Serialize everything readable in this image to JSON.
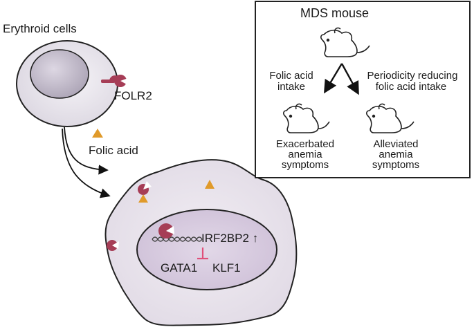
{
  "erythroid_cell": {
    "title": "Erythroid cells",
    "receptor_label": "FOLR2"
  },
  "folic_acid_label": "Folic acid",
  "nucleus": {
    "gene_up": "IRF2BP2 ↑",
    "gene_a": "GATA1",
    "gene_b": "KLF1"
  },
  "mds_box": {
    "title": "MDS mouse",
    "left_branch": [
      "Folic acid",
      "intake"
    ],
    "right_branch": [
      "Periodicity reducing",
      "folic acid intake"
    ],
    "left_outcome": [
      "Exacerbated",
      "anemia",
      "symptoms"
    ],
    "right_outcome": [
      "Alleviated",
      "anemia",
      "symptoms"
    ]
  },
  "colors": {
    "folr2": "#a63d56",
    "folic_acid": "#e09a2a",
    "inhibition": "#e0507a",
    "cell_fill": "#ece8ef",
    "nucleus_fill": "#d9cde0"
  }
}
